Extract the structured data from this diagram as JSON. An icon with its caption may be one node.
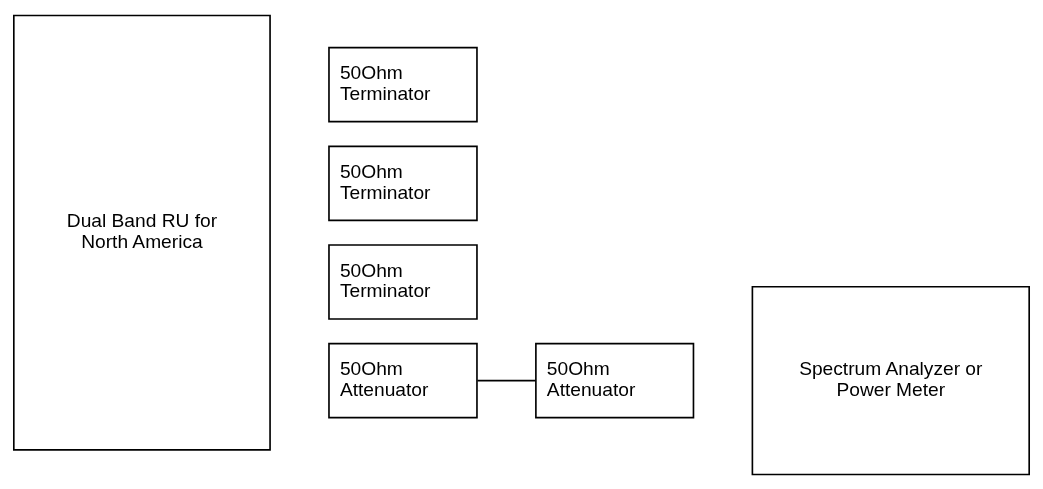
{
  "diagram": {
    "nodes": [
      {
        "text": [
          "Dual Band RU for North America"
        ]
      },
      {
        "text": [
          "50Ohm Terminator"
        ]
      },
      {
        "text": [
          "50Ohm Terminator"
        ]
      },
      {
        "text": [
          "50Ohm Terminator"
        ]
      },
      {
        "text": [
          "50Ohm Attenuator"
        ]
      },
      {
        "text": [
          "50Ohm Attenuator"
        ]
      },
      {
        "text": [
          "Spectrum Analyzer or Power Meter"
        ]
      }
    ],
    "edges": [
      {
        "from": 4,
        "to": 5,
        "arrow": "none"
      }
    ]
  }
}
